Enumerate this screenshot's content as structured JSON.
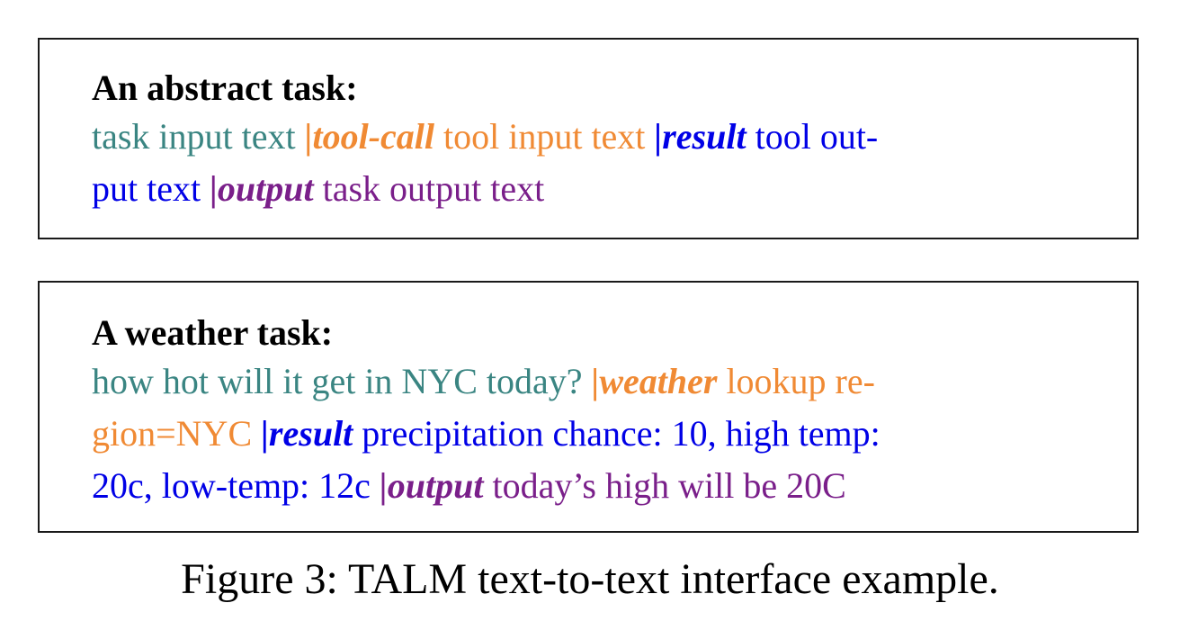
{
  "colors": {
    "input_text": "#3a8582",
    "tool_call_text": "#f08a34",
    "result_text": "#0000e6",
    "output_text": "#7a1f8a",
    "border": "#1a1a1a"
  },
  "abstract_task": {
    "heading": "An abstract task:",
    "line1": {
      "input": "task input text ",
      "tool_call_tag": "|tool-call",
      "tool_input": " tool input text ",
      "result_tag": "|result",
      "result_text": " tool out-"
    },
    "line2": {
      "result_text": "put text ",
      "output_tag": "|output",
      "output_text": " task output text"
    }
  },
  "weather_task": {
    "heading": "A weather task:",
    "line1": {
      "input": "how hot will it get in NYC today? ",
      "tool_tag": "|weather",
      "tool_input": " lookup re-"
    },
    "line2": {
      "tool_input": "gion=NYC ",
      "result_tag": "|result",
      "result_text": " precipitation chance: 10, high temp:"
    },
    "line3": {
      "result_text": "20c, low-temp: 12c ",
      "output_tag": "|output",
      "output_text": " today’s high will be 20C"
    }
  },
  "caption": "Figure 3: TALM text-to-text interface example."
}
